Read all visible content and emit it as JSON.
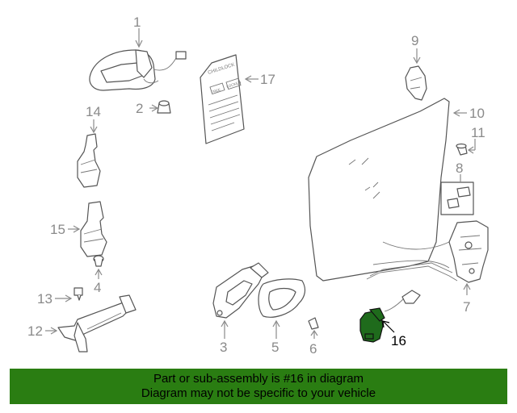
{
  "diagram": {
    "highlight_color": "#1f6b1c",
    "callouts": [
      {
        "id": "1",
        "label": "1"
      },
      {
        "id": "2",
        "label": "2"
      },
      {
        "id": "3",
        "label": "3"
      },
      {
        "id": "4",
        "label": "4"
      },
      {
        "id": "5",
        "label": "5"
      },
      {
        "id": "6",
        "label": "6"
      },
      {
        "id": "7",
        "label": "7"
      },
      {
        "id": "8",
        "label": "8"
      },
      {
        "id": "9",
        "label": "9"
      },
      {
        "id": "10",
        "label": "10"
      },
      {
        "id": "11",
        "label": "11"
      },
      {
        "id": "12",
        "label": "12"
      },
      {
        "id": "13",
        "label": "13"
      },
      {
        "id": "14",
        "label": "14"
      },
      {
        "id": "15",
        "label": "15"
      },
      {
        "id": "16",
        "label": "16"
      },
      {
        "id": "17",
        "label": "17"
      }
    ],
    "label_plate": {
      "title": "CHILDLOCK",
      "left_tag": "FREE",
      "right_tag": "LOCKED"
    }
  },
  "banner": {
    "line1": "Part or sub-assembly is #16 in diagram",
    "line2": "Diagram may not be specific to your vehicle",
    "background": "#2a7d12"
  }
}
